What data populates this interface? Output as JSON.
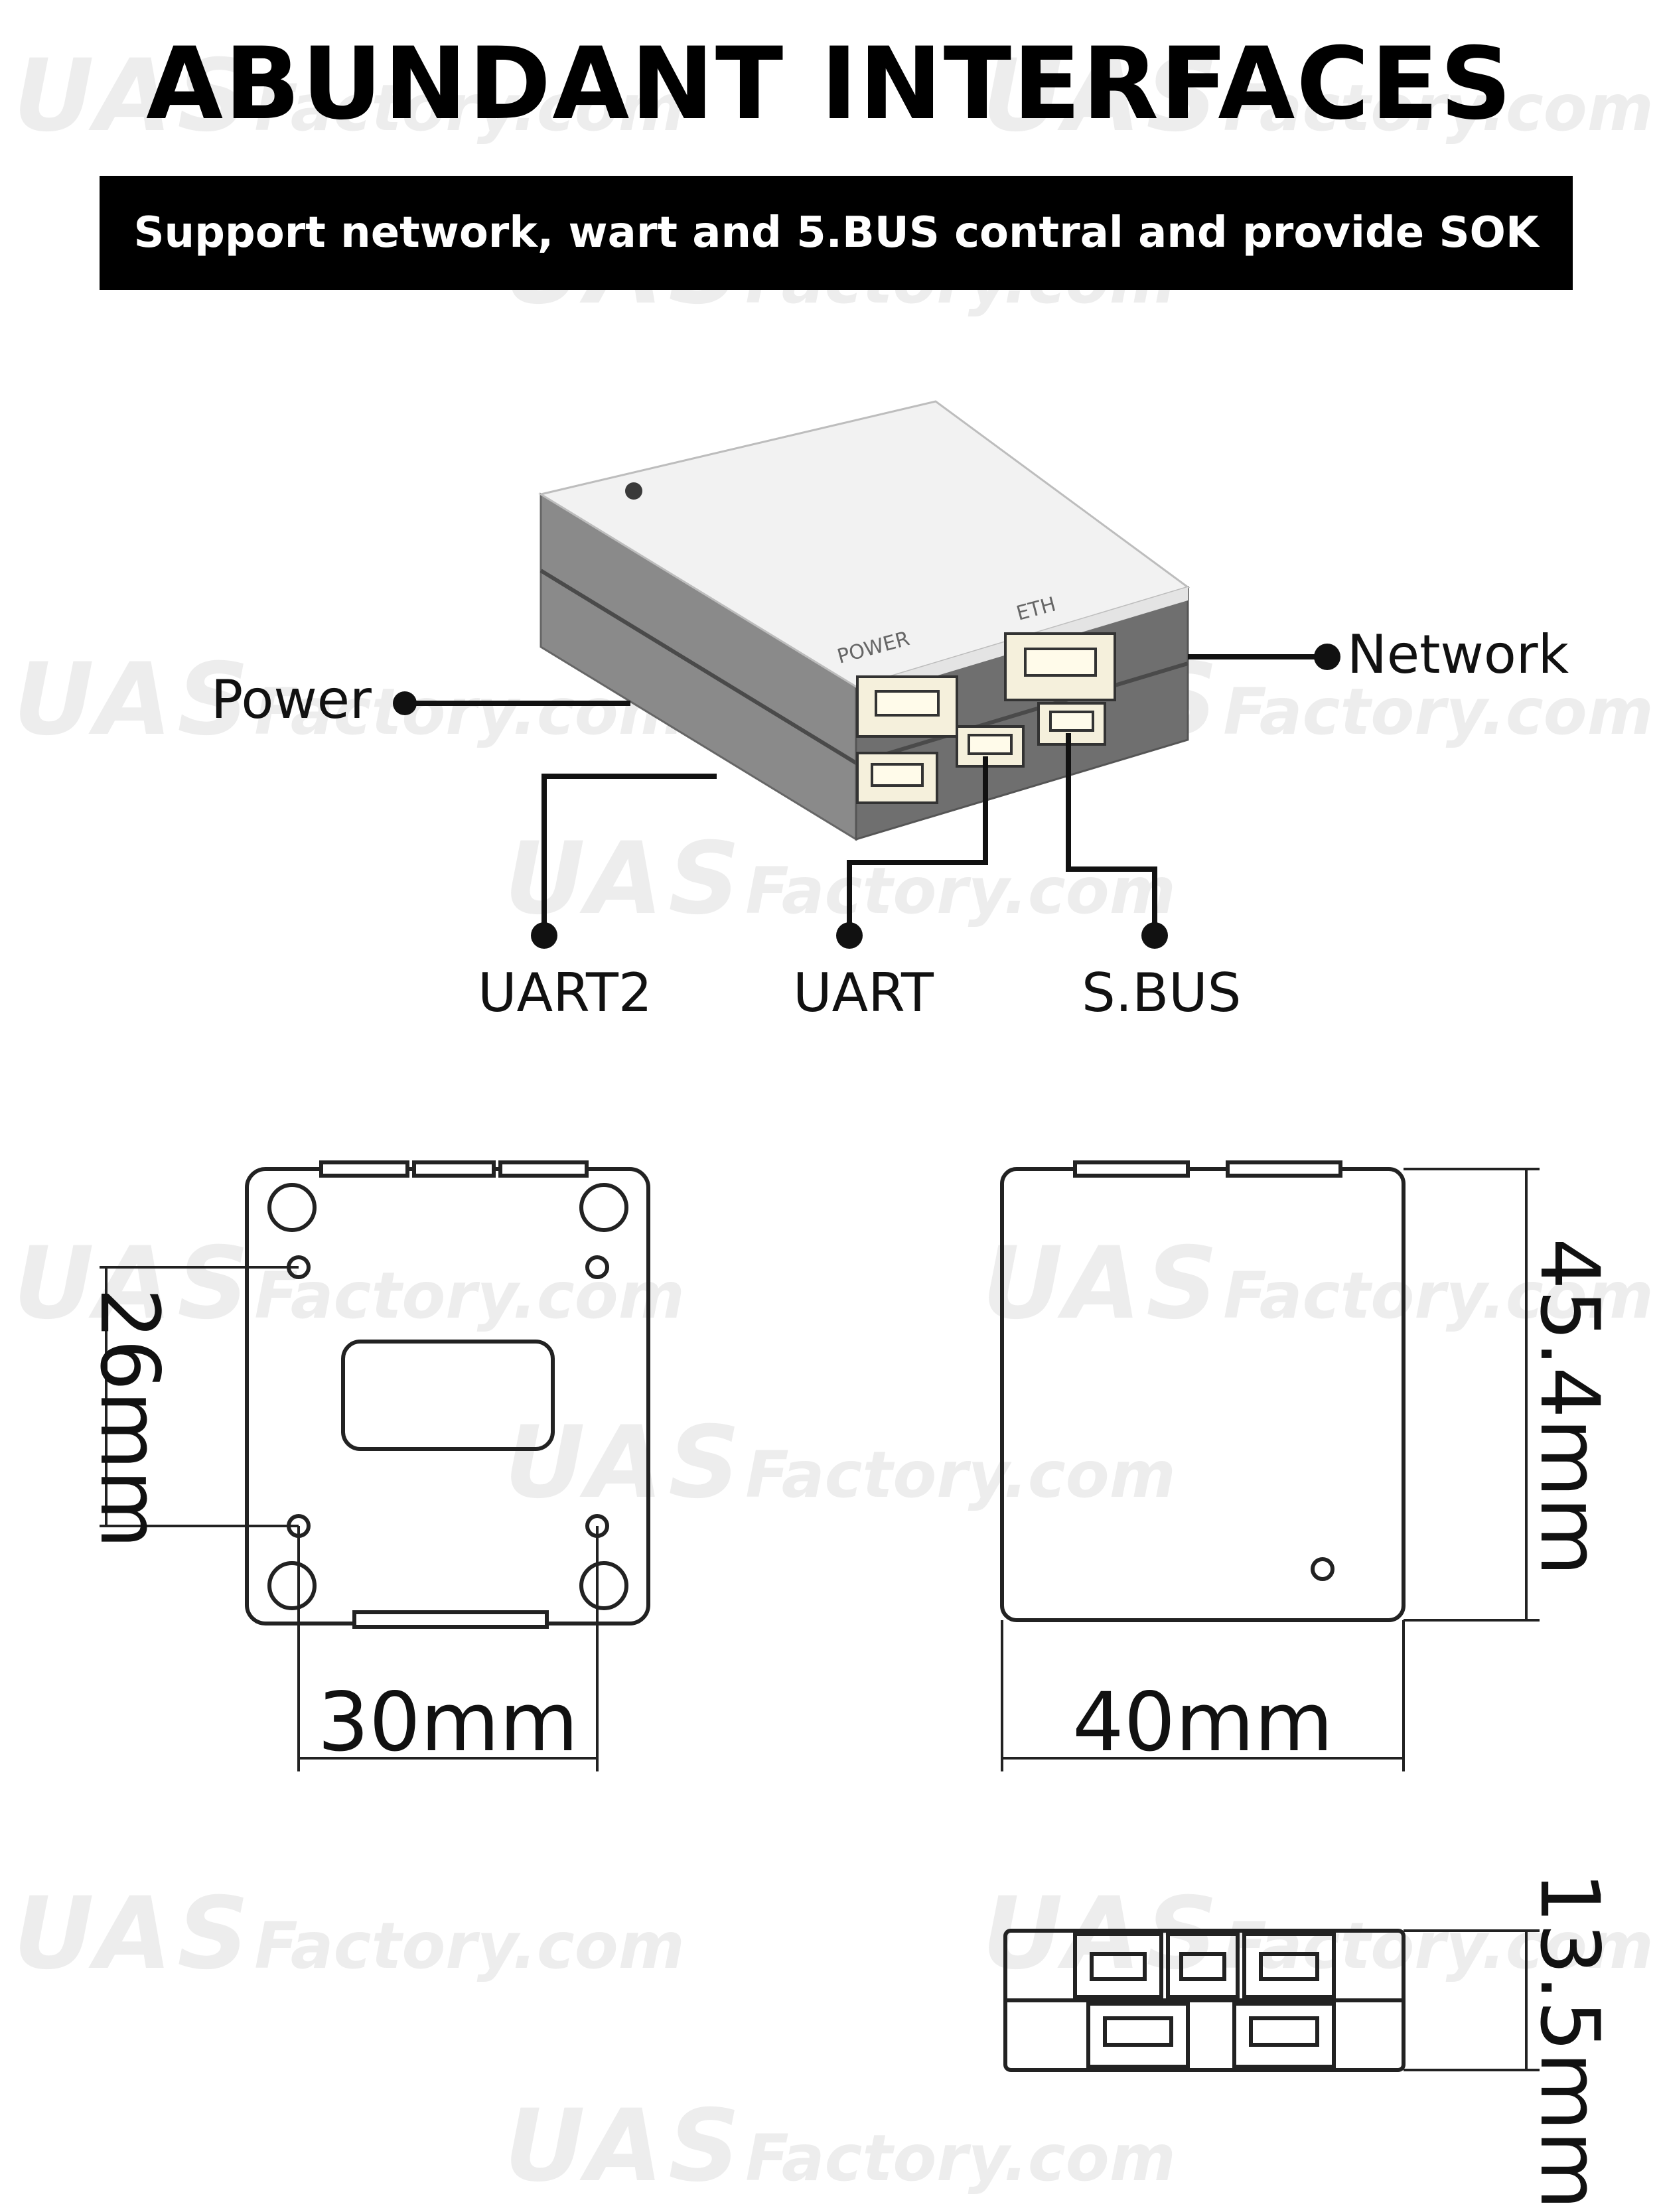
{
  "header": {
    "title": "ABUNDANT INTERFACES",
    "subtitle": "Support network, wart and 5.BUS contral and provide SOK"
  },
  "device": {
    "port_labels": {
      "power": "POWER",
      "eth": "ETH"
    },
    "callouts": {
      "power": "Power",
      "network": "Network",
      "uart2": "UART2",
      "uart": "UART",
      "sbus": "S.BUS"
    }
  },
  "dimensions": {
    "bottom_hole_spacing_vertical": "26mm",
    "bottom_hole_spacing_horizontal": "30mm",
    "top_width": "40mm",
    "top_length": "45.4mm",
    "height": "13.5mm"
  },
  "watermark": {
    "brand": "UAS",
    "site": "Factory.com"
  },
  "colors": {
    "banner_bg": "#000000",
    "body_gray": "#7f7f7f",
    "lid_white": "#f2f2f2"
  }
}
